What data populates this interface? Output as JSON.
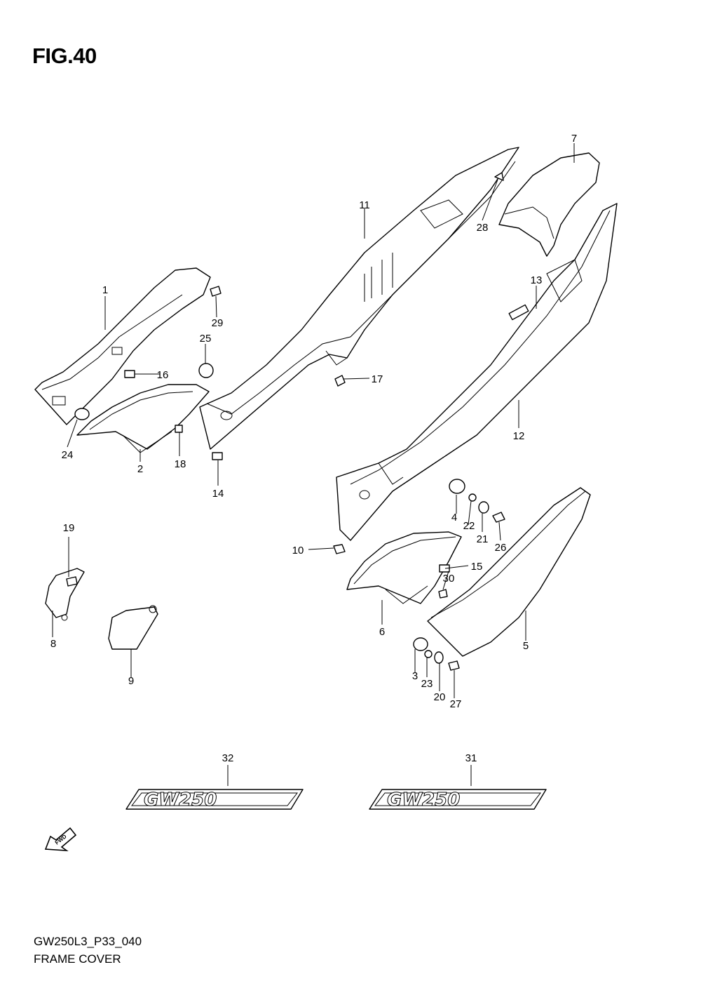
{
  "figure": {
    "title": "FIG.40",
    "code": "GW250L3_P33_040",
    "name": "FRAME COVER"
  },
  "callouts": [
    "1",
    "2",
    "3",
    "4",
    "5",
    "6",
    "7",
    "8",
    "9",
    "10",
    "11",
    "12",
    "13",
    "14",
    "15",
    "16",
    "17",
    "18",
    "19",
    "20",
    "21",
    "22",
    "23",
    "24",
    "25",
    "26",
    "27",
    "28",
    "29",
    "30",
    "31",
    "32"
  ],
  "decals": {
    "left_text": "GW250",
    "right_text": "GW250"
  },
  "fwd_arrow": {
    "label": "FWD",
    "icon": "forward-arrow-icon"
  }
}
